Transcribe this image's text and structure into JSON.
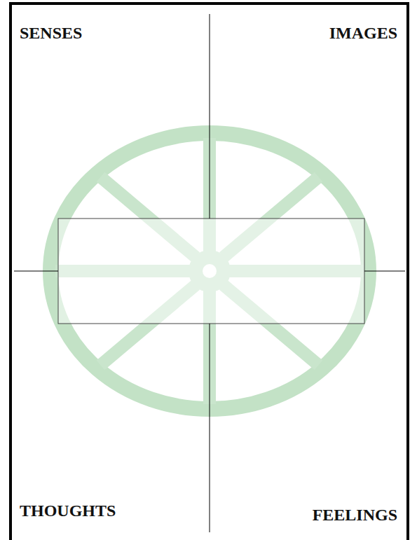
{
  "diagram": {
    "labels": [
      "SENSES",
      "IMAGES",
      "THOUGHTS",
      "FEELINGS"
    ]
  }
}
